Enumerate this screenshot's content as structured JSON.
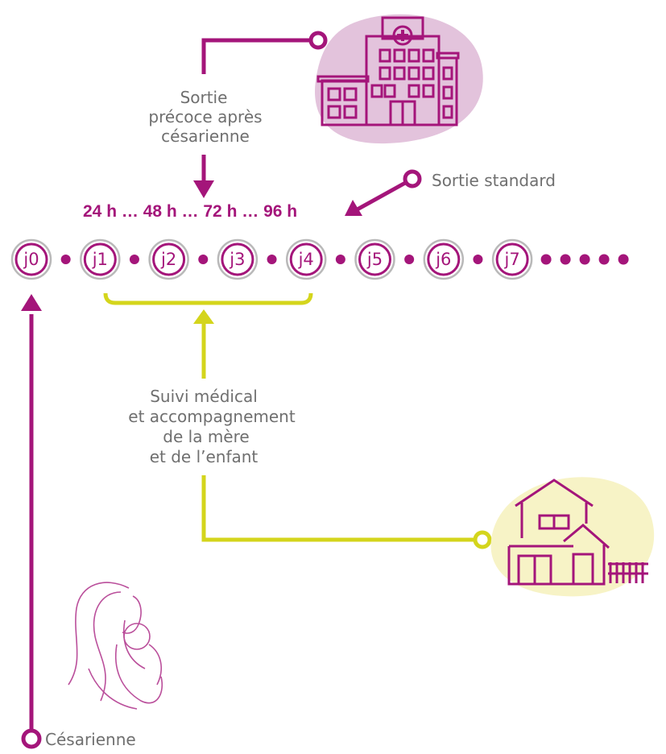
{
  "colors": {
    "primary": "#a4157a",
    "accent": "#d4d51c",
    "hospital_blob": "#e3c3dc",
    "house_blob": "#f7f3c6",
    "text": "#6f6f6f",
    "ring": "#b9b9b9"
  },
  "labels": {
    "early_line1": "Sortie",
    "early_line2": "précoce après",
    "early_line3": "césarienne",
    "standard": "Sortie standard",
    "hours": "24 h … 48 h … 72 h … 96 h",
    "follow_line1": "Suivi médical",
    "follow_line2": "et accompagnement",
    "follow_line3": "de la mère",
    "follow_line4": "et de l’enfant",
    "cesarienne": "Césarienne"
  },
  "days": [
    "j0",
    "j1",
    "j2",
    "j3",
    "j4",
    "j5",
    "j6",
    "j7"
  ],
  "icons": {
    "hospital": "hospital-icon",
    "house": "house-icon",
    "mother_child": "mother-child-icon"
  }
}
